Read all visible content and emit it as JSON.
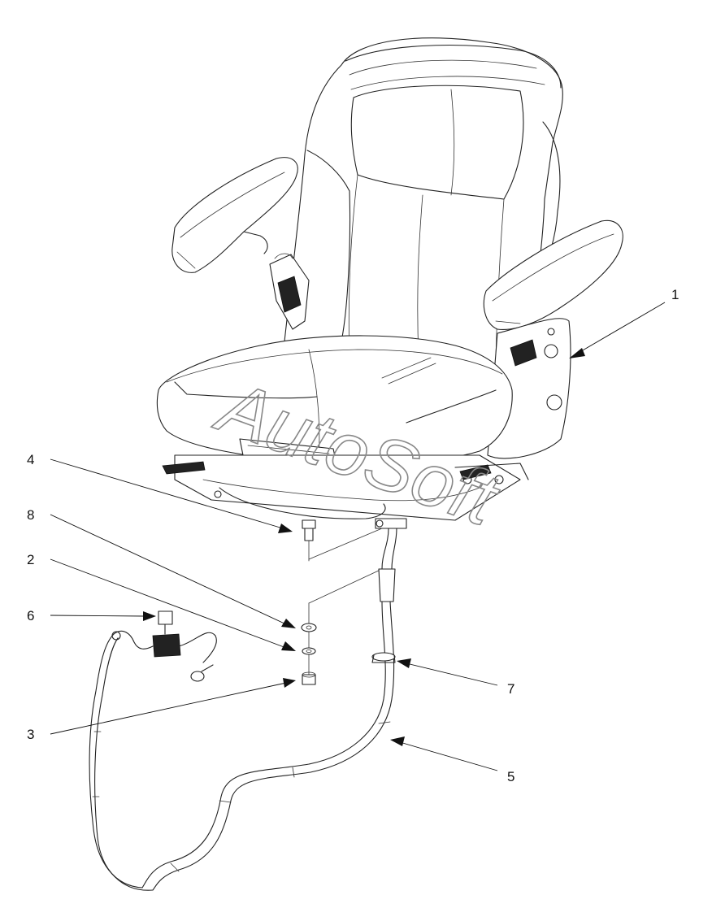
{
  "watermark": "AutoSoft",
  "callouts": [
    {
      "id": "c1",
      "label": "1"
    },
    {
      "id": "c2",
      "label": "2"
    },
    {
      "id": "c3",
      "label": "3"
    },
    {
      "id": "c4",
      "label": "4"
    },
    {
      "id": "c5",
      "label": "5"
    },
    {
      "id": "c6",
      "label": "6"
    },
    {
      "id": "c7",
      "label": "7"
    },
    {
      "id": "c8",
      "label": "8"
    }
  ]
}
